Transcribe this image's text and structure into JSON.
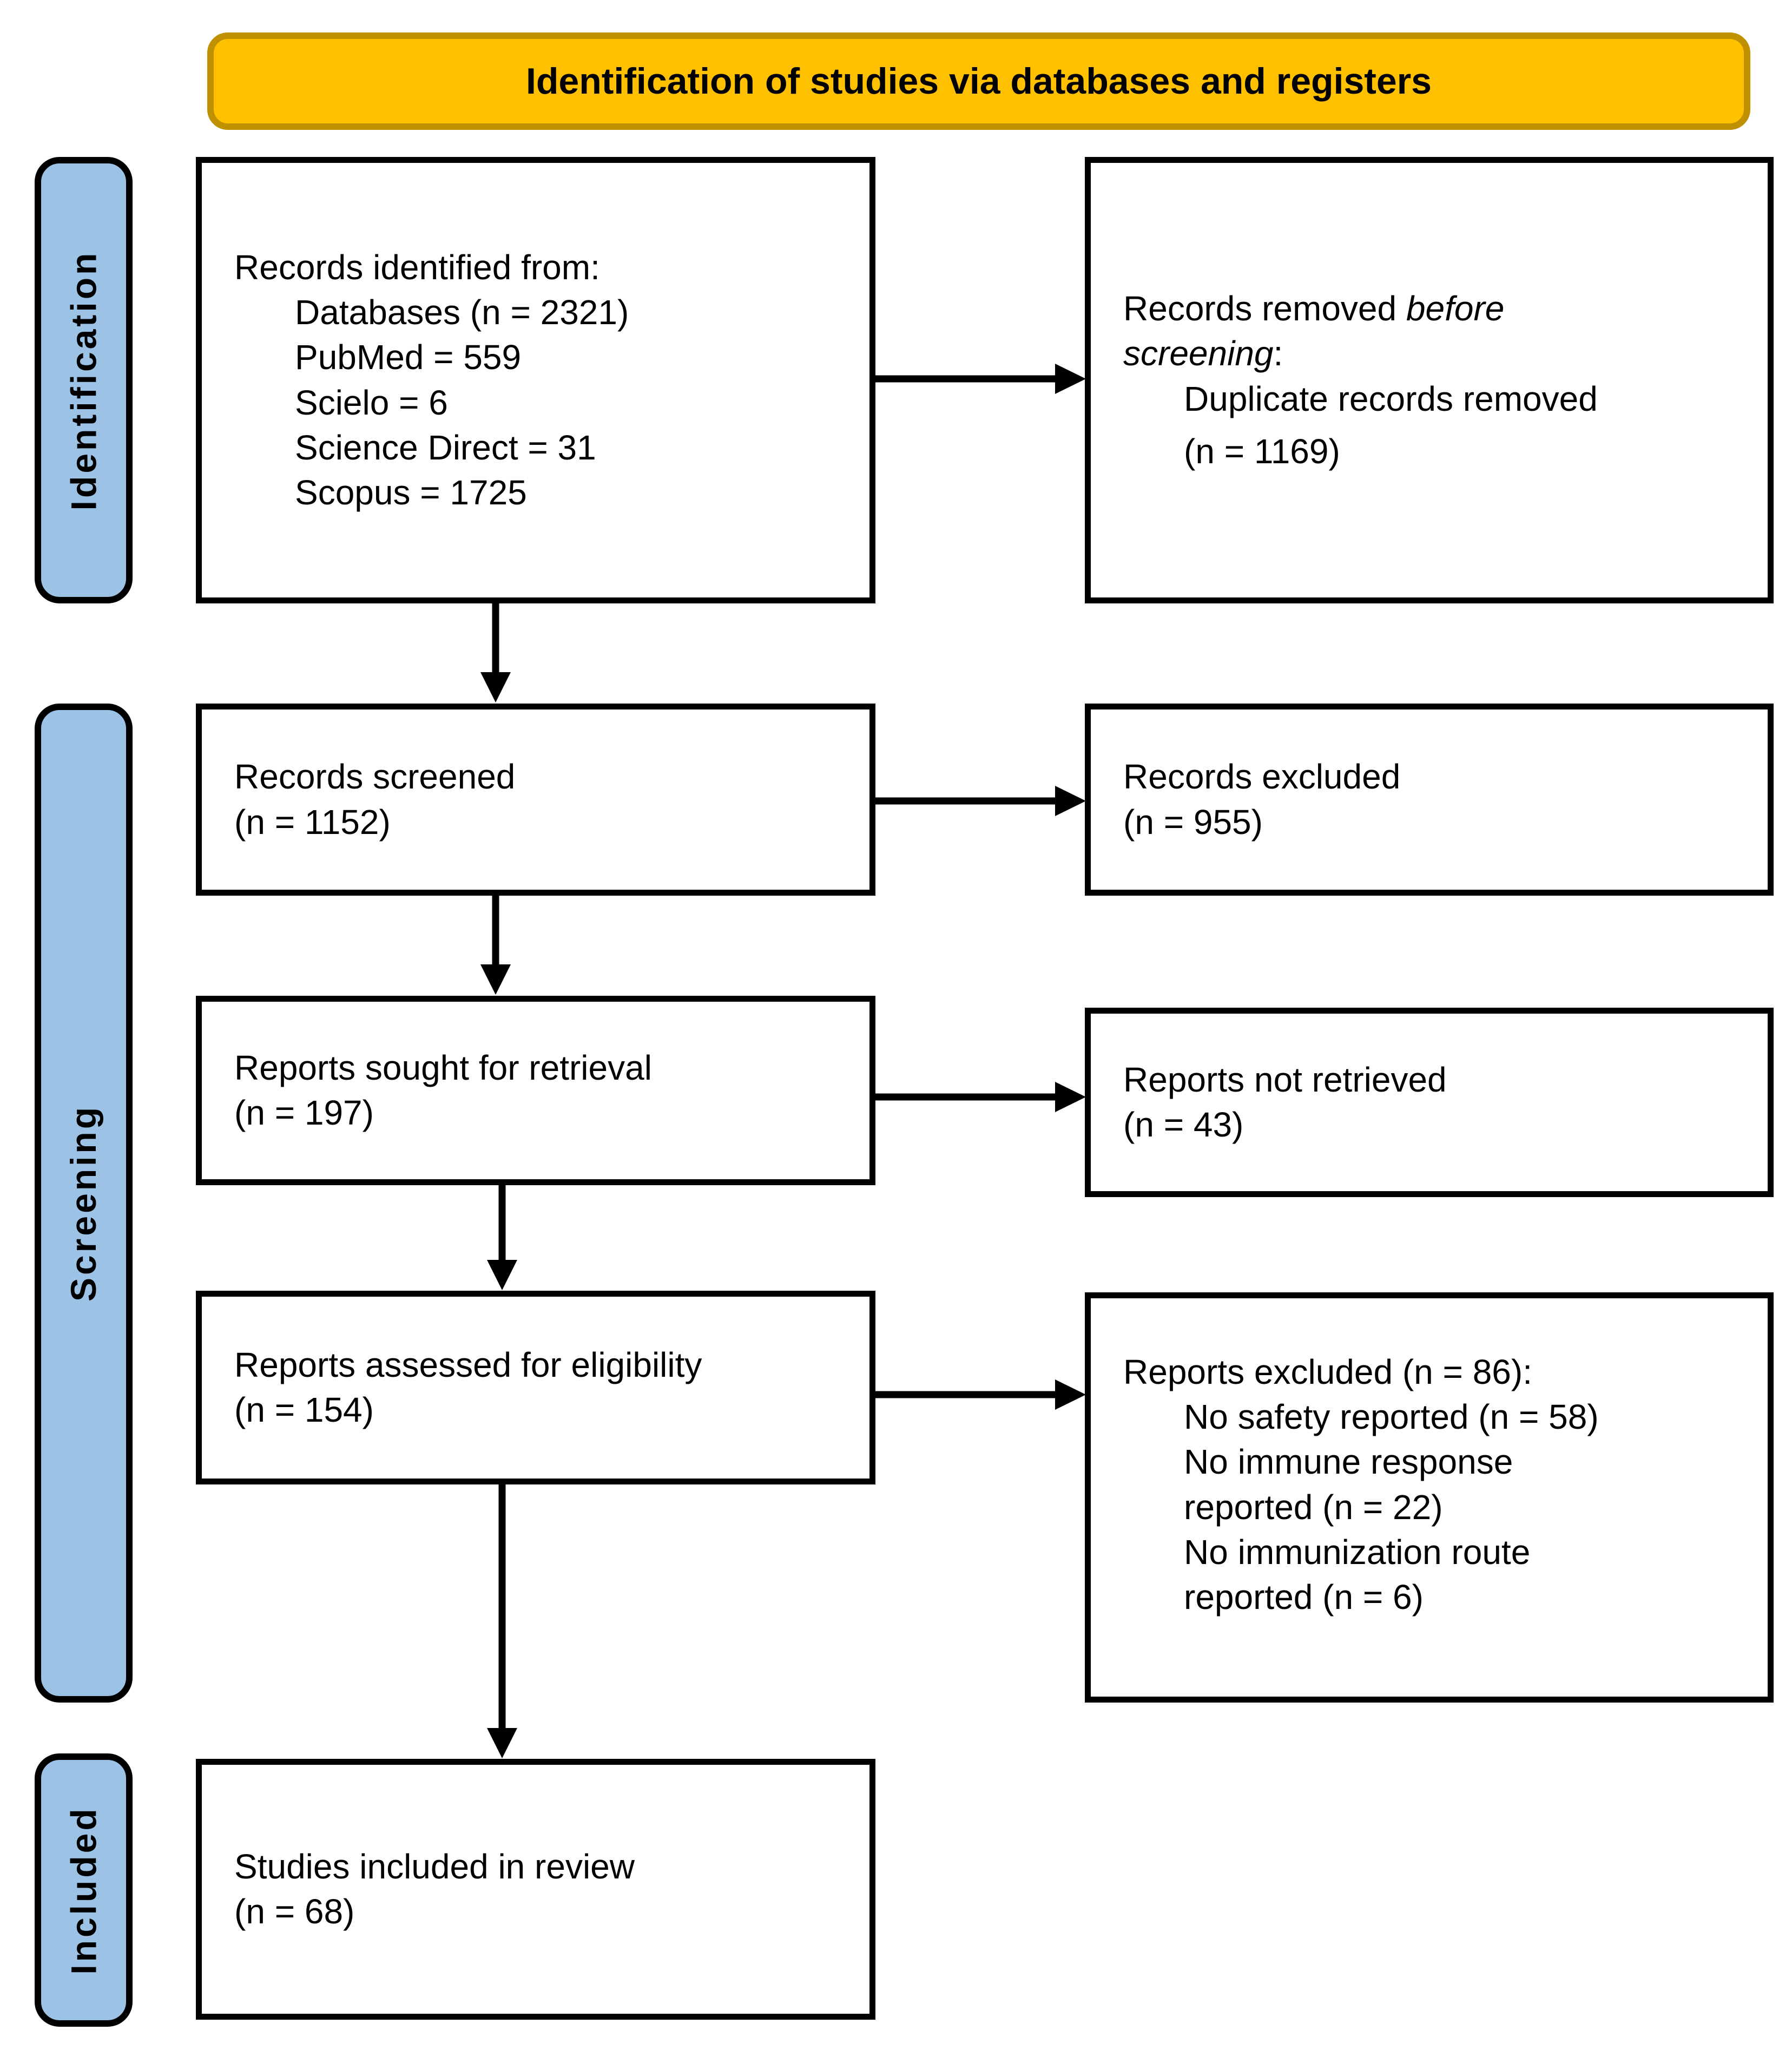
{
  "banner": {
    "title": "Identification of studies via databases and registers"
  },
  "colors": {
    "banner_fill": "#FFC000",
    "banner_border": "#BF9000",
    "stage_fill": "#9CC3E5",
    "box_border": "#000000",
    "arrow": "#000000"
  },
  "stages": [
    {
      "label": "Identification"
    },
    {
      "label": "Screening"
    },
    {
      "label": "Included"
    }
  ],
  "boxes": {
    "records_identified": {
      "title": "Records identified from:",
      "items": [
        "Databases (n = 2321)",
        "PubMed = 559",
        "Scielo = 6",
        "Science Direct = 31",
        "Scopus = 1725"
      ]
    },
    "records_removed": {
      "prefix": "Records removed ",
      "italic_before": "before",
      "italic_screening": "screening",
      "colon": ":",
      "items": [
        "Duplicate records removed",
        "(n = 1169)"
      ]
    },
    "records_screened": {
      "line1": "Records screened",
      "line2": "(n = 1152)"
    },
    "records_excluded": {
      "line1": "Records excluded",
      "line2": "(n = 955)"
    },
    "reports_sought": {
      "line1": "Reports sought for retrieval",
      "line2": "(n = 197)"
    },
    "reports_not_retrieved": {
      "line1": "Reports not retrieved",
      "line2": "(n = 43)"
    },
    "reports_assessed": {
      "line1": "Reports assessed for eligibility",
      "line2": "(n = 154)"
    },
    "reports_excluded": {
      "title": "Reports excluded (n = 86):",
      "items": [
        "No safety reported (n = 58)",
        "No immune response",
        "reported (n = 22)",
        "No immunization route",
        "reported (n = 6)"
      ]
    },
    "studies_included": {
      "line1": "Studies included in review",
      "line2": "(n = 68)"
    }
  }
}
